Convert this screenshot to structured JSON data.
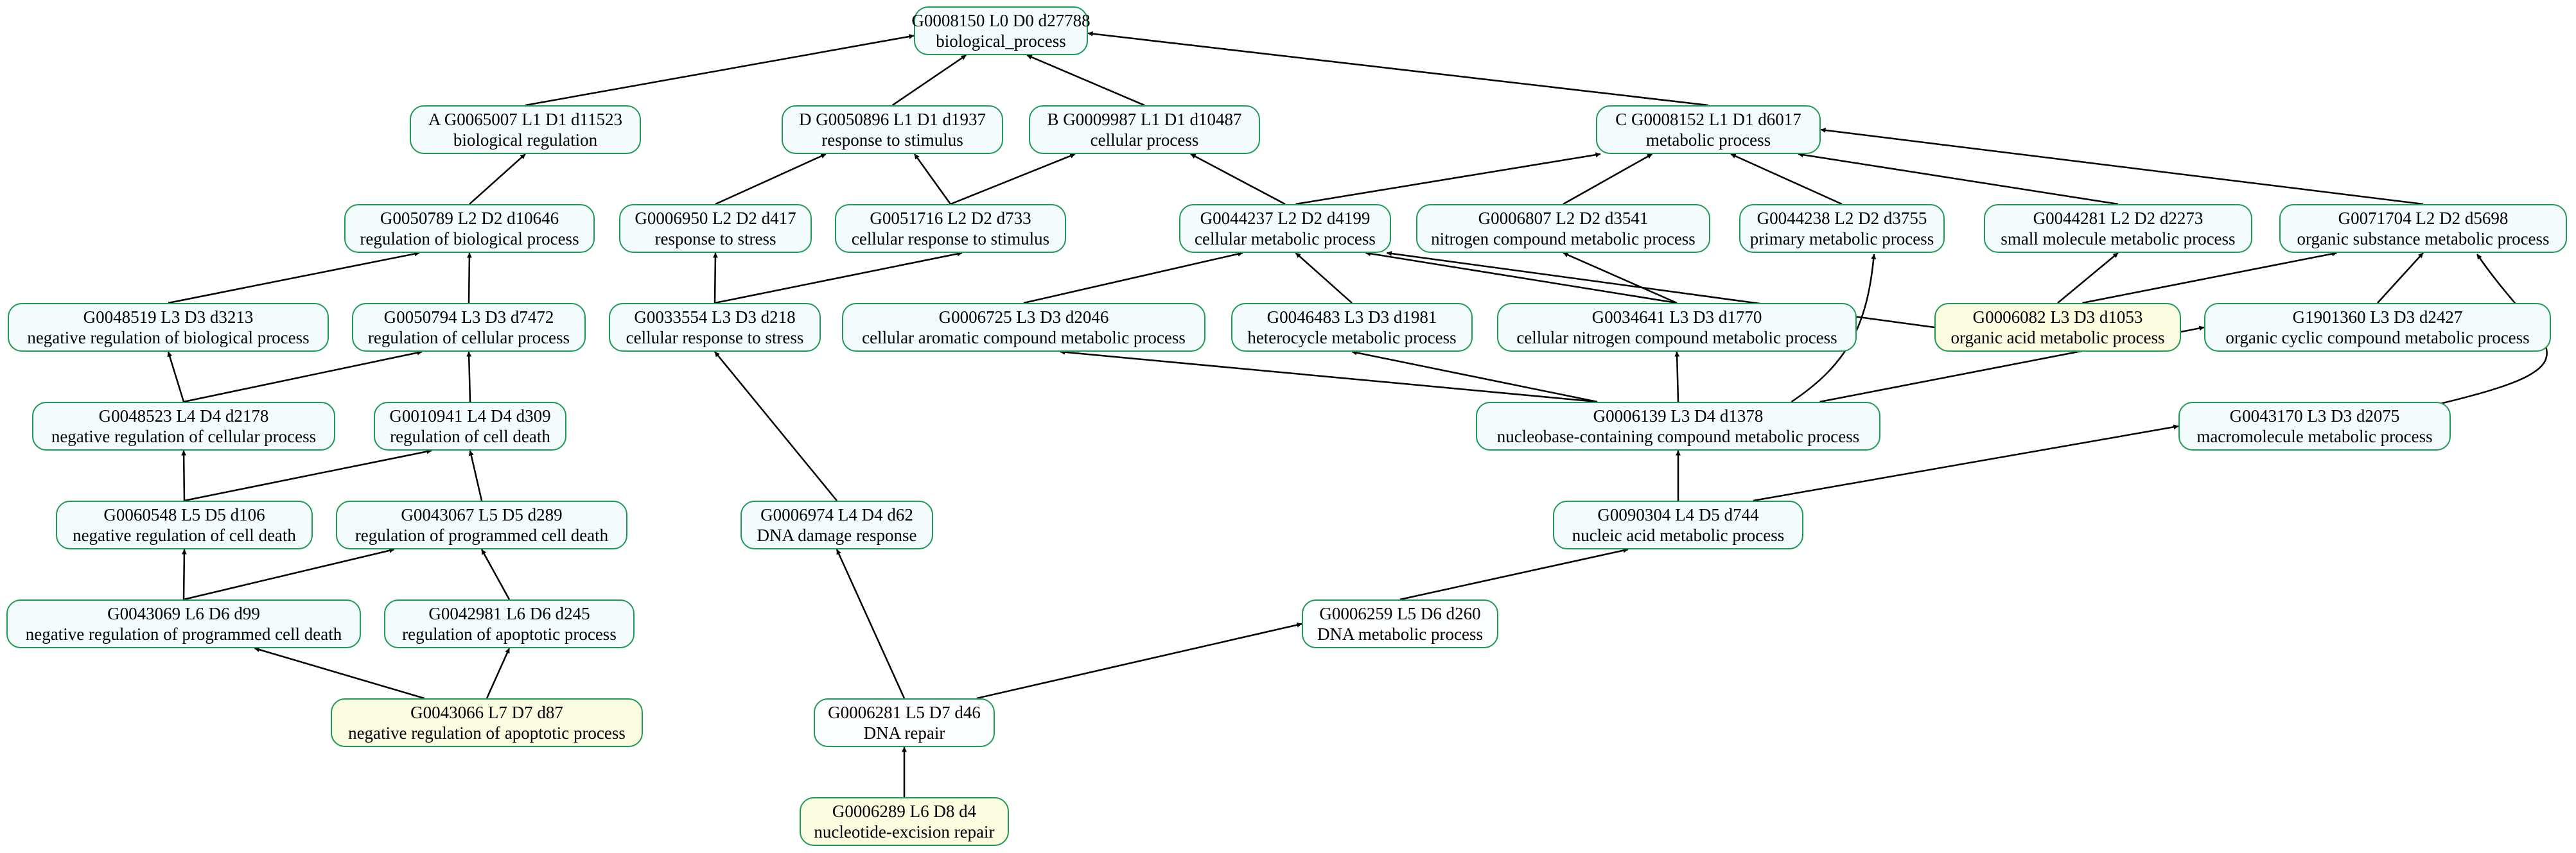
{
  "graph": {
    "colors": {
      "border": "#1f9a55",
      "fill_default": "#f3fbfd",
      "fill_highlight": "#fbfbe0",
      "edge": "#000000"
    },
    "nodes": {
      "n0": {
        "line1": "G0008150 L0 D0 d27788",
        "line2": "biological_process"
      },
      "nA": {
        "line1": "A  G0065007 L1 D1 d11523",
        "line2": "biological regulation"
      },
      "nD": {
        "line1": "D  G0050896 L1 D1 d1937",
        "line2": "response to stimulus"
      },
      "nB": {
        "line1": "B  G0009987 L1 D1 d10487",
        "line2": "cellular process"
      },
      "nC": {
        "line1": "C  G0008152 L1 D1 d6017",
        "line2": "metabolic process"
      },
      "n50789": {
        "line1": "G0050789 L2 D2 d10646",
        "line2": "regulation of biological process"
      },
      "n6950": {
        "line1": "G0006950 L2 D2 d417",
        "line2": "response to stress"
      },
      "n51716": {
        "line1": "G0051716 L2 D2 d733",
        "line2": "cellular response to stimulus"
      },
      "n44237": {
        "line1": "G0044237 L2 D2 d4199",
        "line2": "cellular metabolic process"
      },
      "n6807": {
        "line1": "G0006807 L2 D2 d3541",
        "line2": "nitrogen compound metabolic process"
      },
      "n44238": {
        "line1": "G0044238 L2 D2 d3755",
        "line2": "primary metabolic process"
      },
      "n44281": {
        "line1": "G0044281 L2 D2 d2273",
        "line2": "small molecule metabolic process"
      },
      "n71704": {
        "line1": "G0071704 L2 D2 d5698",
        "line2": "organic substance metabolic process"
      },
      "n48519": {
        "line1": "G0048519 L3 D3 d3213",
        "line2": "negative regulation of biological process"
      },
      "n50794": {
        "line1": "G0050794 L3 D3 d7472",
        "line2": "regulation of cellular process"
      },
      "n33554": {
        "line1": "G0033554 L3 D3 d218",
        "line2": "cellular response to stress"
      },
      "n6725": {
        "line1": "G0006725 L3 D3 d2046",
        "line2": "cellular aromatic compound metabolic process"
      },
      "n46483": {
        "line1": "G0046483 L3 D3 d1981",
        "line2": "heterocycle metabolic process"
      },
      "n34641": {
        "line1": "G0034641 L3 D3 d1770",
        "line2": "cellular nitrogen compound metabolic process"
      },
      "n6082": {
        "line1": "G0006082 L3 D3 d1053",
        "line2": "organic acid metabolic process"
      },
      "n1901360": {
        "line1": "G1901360 L3 D3 d2427",
        "line2": "organic cyclic compound metabolic process"
      },
      "n48523": {
        "line1": "G0048523 L4 D4 d2178",
        "line2": "negative regulation of cellular process"
      },
      "n10941": {
        "line1": "G0010941 L4 D4 d309",
        "line2": "regulation of cell death"
      },
      "n6139": {
        "line1": "G0006139 L3 D4 d1378",
        "line2": "nucleobase-containing compound metabolic process"
      },
      "n43170": {
        "line1": "G0043170 L3 D3 d2075",
        "line2": "macromolecule metabolic process"
      },
      "n60548": {
        "line1": "G0060548 L5 D5 d106",
        "line2": "negative regulation of cell death"
      },
      "n43067": {
        "line1": "G0043067 L5 D5 d289",
        "line2": "regulation of programmed cell death"
      },
      "n6974": {
        "line1": "G0006974 L4 D4 d62",
        "line2": "DNA damage response"
      },
      "n90304": {
        "line1": "G0090304 L4 D5 d744",
        "line2": "nucleic acid metabolic process"
      },
      "n43069": {
        "line1": "G0043069 L6 D6 d99",
        "line2": "negative regulation of programmed cell death"
      },
      "n42981": {
        "line1": "G0042981 L6 D6 d245",
        "line2": "regulation of apoptotic process"
      },
      "n6259": {
        "line1": "G0006259 L5 D6 d260",
        "line2": "DNA metabolic process"
      },
      "n43066": {
        "line1": "G0043066 L7 D7 d87",
        "line2": "negative regulation of apoptotic process"
      },
      "n6281": {
        "line1": "G0006281 L5 D7 d46",
        "line2": "DNA repair"
      },
      "n6289": {
        "line1": "G0006289 L6 D8 d4",
        "line2": "nucleotide-excision repair"
      }
    }
  }
}
